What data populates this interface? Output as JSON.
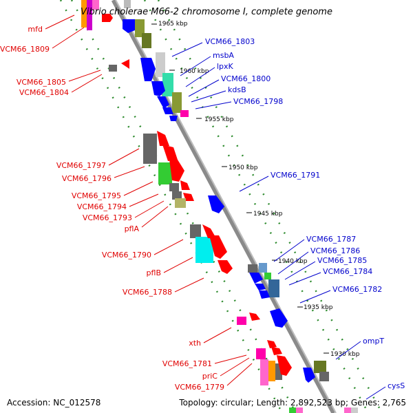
{
  "title": "Vibrio cholerae M66-2 chromosome I, complete genome",
  "accession": "Accession: NC_012578",
  "topology": "Topology: circular; Length: 2,892,523 bp; Genes: 2,765",
  "colors": {
    "backbone": "#8a8a8a",
    "forward_dots": "#2e8b2e",
    "left_label": "#e00000",
    "right_label": "#0000cc",
    "tick": "#000000"
  },
  "ticks": [
    "1965 kbp",
    "1960 kbp",
    "1955 kbp",
    "1950 kbp",
    "1945 kbp",
    "1940 kbp",
    "1935 kbp",
    "1930 kbp"
  ],
  "left_labels": [
    "mfd",
    "VCM66_1809",
    "VCM66_1805",
    "VCM66_1804",
    "VCM66_1797",
    "VCM66_1796",
    "VCM66_1795",
    "VCM66_1794",
    "VCM66_1793",
    "pflA",
    "VCM66_1790",
    "pflB",
    "VCM66_1788",
    "xth",
    "VCM66_1781",
    "priC",
    "VCM66_1779"
  ],
  "right_labels": [
    "VCM66_1803",
    "msbA",
    "lpxK",
    "VCM66_1800",
    "kdsB",
    "VCM66_1798",
    "VCM66_1791",
    "VCM66_1787",
    "VCM66_1786",
    "VCM66_1785",
    "VCM66_1784",
    "VCM66_1782",
    "ompT",
    "cysS"
  ]
}
